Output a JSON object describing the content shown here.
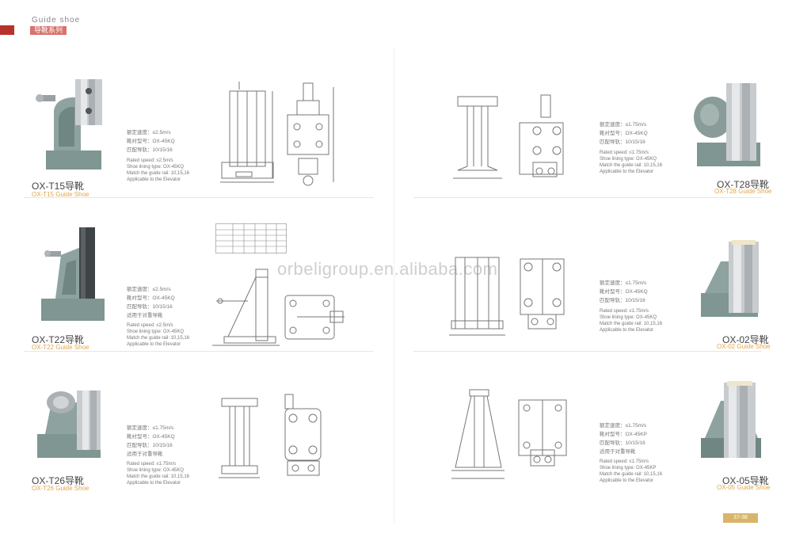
{
  "header": {
    "small_title": "Guide shoe",
    "series_label": "导靴系列"
  },
  "watermark": "orbeligroup.en.alibaba.com",
  "page_number": "37-38",
  "products": [
    {
      "title": "OX-T15导靴",
      "subtitle": "OX-T15 Guide Shoe",
      "specs_cn": [
        "额定速度：≤2.5m/s",
        "靴衬型号：OX-45KQ",
        "匹配导轨：10/15/16"
      ],
      "specs_en": [
        "Rated speed: ≤2.5m/s",
        "Shoe lining type: OX-45KQ",
        "Match the guide rail: 10,15,16",
        "Applicable to the Elevator"
      ]
    },
    {
      "title": "OX-T22导靴",
      "subtitle": "OX-T22 Guide Shoe",
      "specs_cn": [
        "额定速度：≤2.5m/s",
        "靴衬型号：OX-45KQ",
        "匹配导轨：10/15/16",
        "适用于对重导靴"
      ],
      "specs_en": [
        "Rated speed: ≤2.5m/s",
        "Shoe lining type: OX-45KQ",
        "Match the guide rail: 10,15,16",
        "Applicable to the Elevator"
      ]
    },
    {
      "title": "OX-T26导靴",
      "subtitle": "OX-T26 Guide Shoe",
      "specs_cn": [
        "额定速度：≤1.75m/s",
        "靴衬型号：OX-45KQ",
        "匹配导轨：10/15/16",
        "适用于对重导靴"
      ],
      "specs_en": [
        "Rated speed: ≤1.75m/s",
        "Shoe lining type: OX-45KQ",
        "Match the guide rail: 10,15,16",
        "Applicable to the Elevator"
      ]
    },
    {
      "title": "OX-T28导靴",
      "subtitle": "OX-T28 Guide Shoe",
      "specs_cn": [
        "额定速度：≤1.75m/s",
        "靴衬型号：OX-45KQ",
        "匹配导轨：10/15/16"
      ],
      "specs_en": [
        "Rated speed: ≤1.75m/s",
        "Shoe lining type: OX-45KQ",
        "Match the guide rail: 10,15,16",
        "Applicable to the Elevator"
      ]
    },
    {
      "title": "OX-02导靴",
      "subtitle": "OX-02 Guide Shoe",
      "specs_cn": [
        "额定速度：≤1.75m/s",
        "靴衬型号：OX-45KQ",
        "匹配导轨：10/15/16"
      ],
      "specs_en": [
        "Rated speed: ≤1.75m/s",
        "Shoe lining type: OX-45KQ",
        "Match the guide rail: 10,15,16",
        "Applicable to the Elevator"
      ]
    },
    {
      "title": "OX-05导靴",
      "subtitle": "OX-05 Guide Shoe",
      "specs_cn": [
        "额定速度：≤1.75m/s",
        "靴衬型号：OX-45KP",
        "匹配导轨：10/15/16",
        "适用于对重导靴"
      ],
      "specs_en": [
        "Rated speed: ≤1.75m/s",
        "Shoe lining type: OX-45KP",
        "Match the guide rail: 10,15,16",
        "Applicable to the Elevator"
      ]
    }
  ],
  "colors": {
    "accent_red": "#b7322c",
    "label_pink": "#d8736e",
    "subtitle_gold": "#e0a64c",
    "body_gray": "#7f9692"
  }
}
